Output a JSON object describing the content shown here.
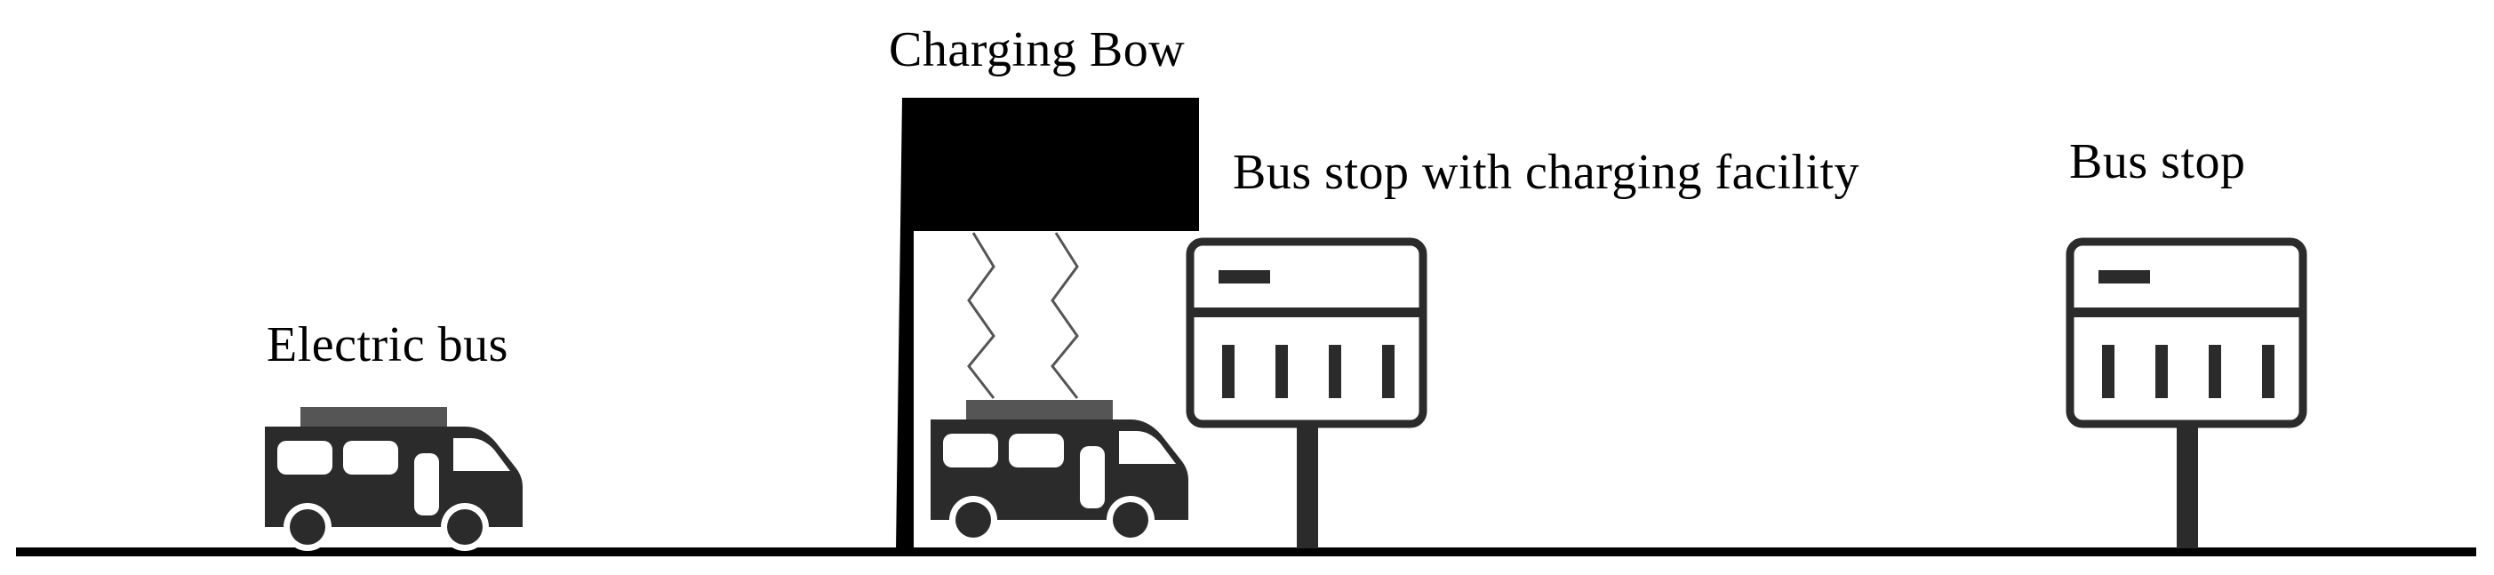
{
  "labels": {
    "electric_bus": "Electric bus",
    "charging_bow": "Charging Bow",
    "charging_stop": "Bus stop with charging facility",
    "bus_stop": "Bus stop"
  },
  "colors": {
    "ink": "#000000",
    "bus_body": "#2b2b2b",
    "roof_unit": "#555555",
    "window": "#ffffff",
    "background": "#ffffff",
    "spark": "#555555"
  },
  "icons": [
    "electric-bus-icon",
    "charging-bow-icon",
    "bus-stop-sign-icon"
  ]
}
